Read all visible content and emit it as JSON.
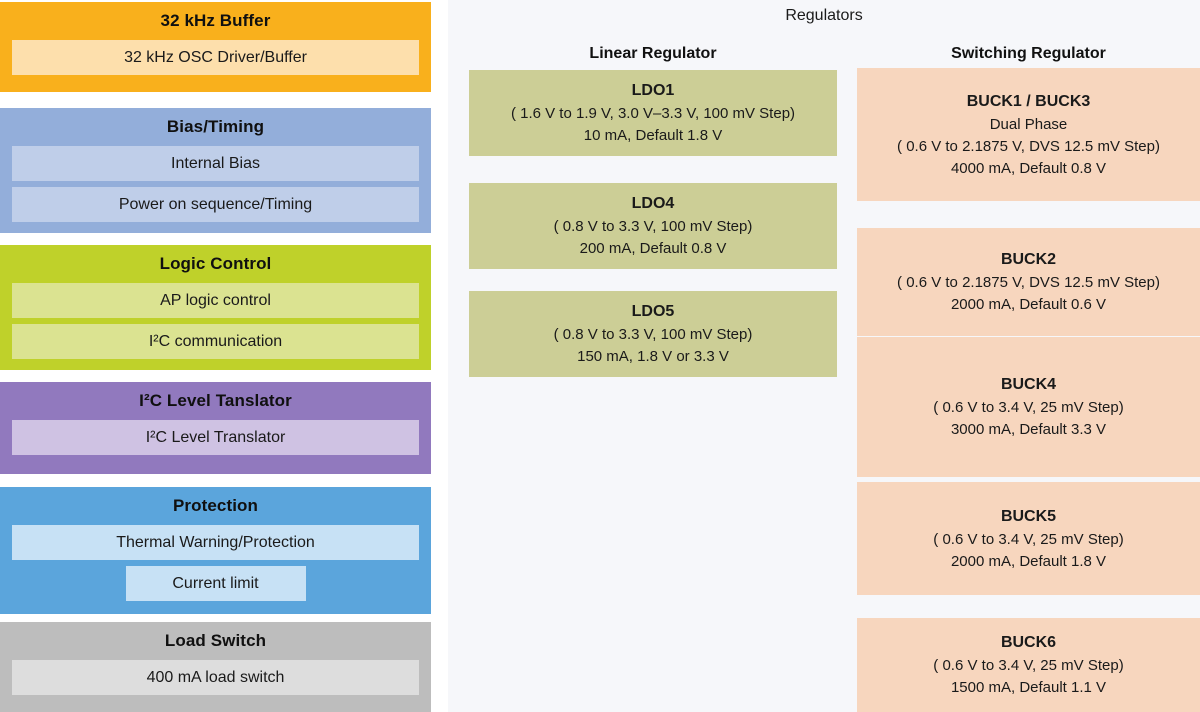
{
  "left_column": {
    "blocks": [
      {
        "title": "32 kHz Buffer",
        "color": "#F9B01C",
        "rows": [
          {
            "label": "32 kHz OSC Driver/Buffer",
            "narrow": false
          }
        ]
      },
      {
        "title": "Bias/Timing",
        "color": "#93AEDA",
        "rows": [
          {
            "label": "Internal Bias",
            "narrow": false
          },
          {
            "label": "Power on sequence/Timing",
            "narrow": false
          }
        ]
      },
      {
        "title": "Logic Control",
        "color": "#BFD12A",
        "rows": [
          {
            "label": "AP logic control",
            "narrow": false
          },
          {
            "label": "I²C communication",
            "narrow": false
          }
        ]
      },
      {
        "title": "I²C Level Tanslator",
        "color": "#9179BE",
        "rows": [
          {
            "label": "I²C Level Translator",
            "narrow": false
          }
        ]
      },
      {
        "title": "Protection",
        "color": "#5BA5DC",
        "rows": [
          {
            "label": "Thermal Warning/Protection",
            "narrow": false
          },
          {
            "label": "Current limit",
            "narrow": true
          }
        ]
      },
      {
        "title": "Load Switch",
        "color": "#BDBDBD",
        "rows": [
          {
            "label": "400 mA load switch",
            "narrow": false
          }
        ]
      }
    ]
  },
  "right_panel": {
    "title": "Regulators",
    "linear_heading": "Linear Regulator",
    "switching_heading": "Switching Regulator",
    "linear_color": "#CCCE96",
    "switching_color": "#F7D6BE",
    "linear_regulators": [
      {
        "name": "LDO1",
        "lines": [
          "( 1.6 V to 1.9 V, 3.0 V–3.3 V, 100 mV Step)",
          "10 mA, Default 1.8 V"
        ]
      },
      {
        "name": "LDO4",
        "lines": [
          "( 0.8 V to 3.3 V, 100 mV Step)",
          "200 mA, Default 0.8 V"
        ]
      },
      {
        "name": "LDO5",
        "lines": [
          "( 0.8 V to 3.3 V, 100 mV Step)",
          "150 mA, 1.8 V or 3.3 V"
        ]
      }
    ],
    "switching_regulators": [
      {
        "name": "BUCK1 / BUCK3",
        "lines": [
          "Dual Phase",
          "( 0.6 V to 2.1875 V, DVS 12.5 mV Step)",
          "4000 mA, Default 0.8 V"
        ]
      },
      {
        "name": "BUCK2",
        "lines": [
          "( 0.6 V to 2.1875 V, DVS 12.5 mV Step)",
          "2000 mA, Default 0.6 V"
        ]
      },
      {
        "name": "BUCK4",
        "lines": [
          "( 0.6 V to 3.4 V, 25 mV Step)",
          "3000 mA, Default 3.3 V"
        ]
      },
      {
        "name": "BUCK5",
        "lines": [
          "( 0.6 V to 3.4 V, 25 mV Step)",
          "2000 mA, Default 1.8 V"
        ]
      },
      {
        "name": "BUCK6",
        "lines": [
          "( 0.6 V to 3.4 V, 25 mV Step)",
          "1500 mA, Default 1.1 V"
        ]
      }
    ]
  }
}
